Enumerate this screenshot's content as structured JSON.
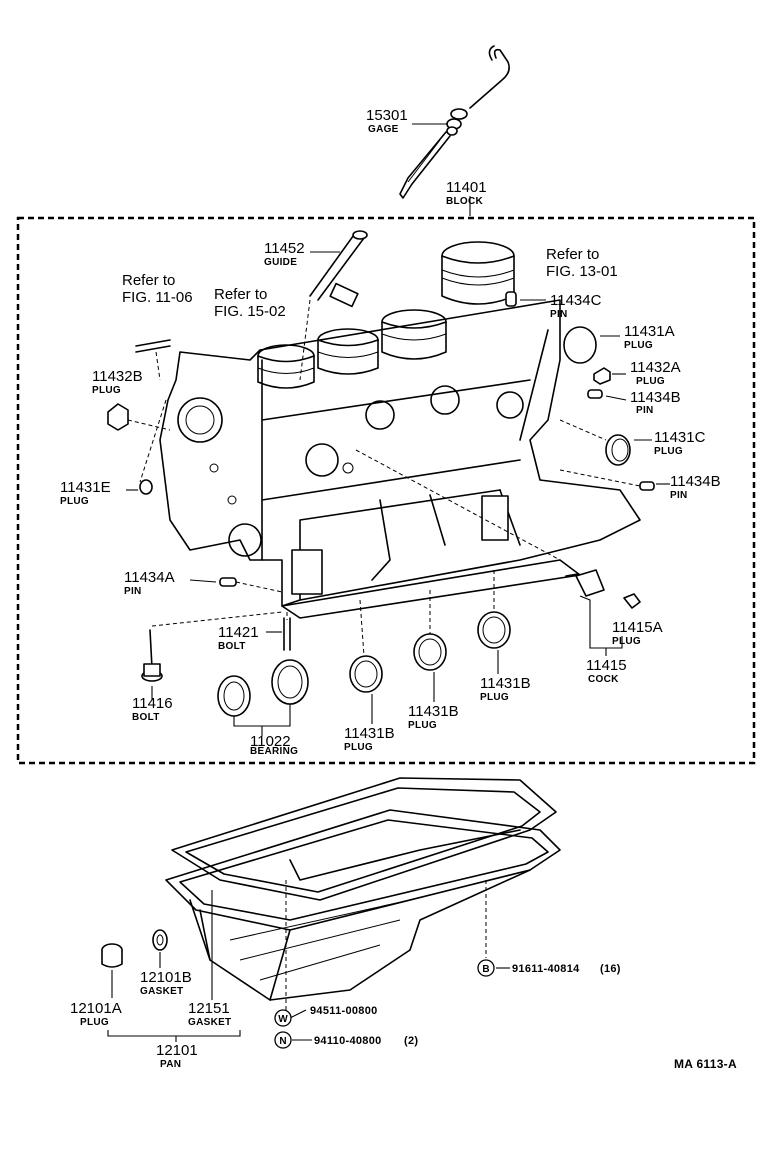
{
  "figure_code": "MA 6113-A",
  "parts": {
    "gage": {
      "number": "15301",
      "name": "GAGE"
    },
    "block": {
      "number": "11401",
      "name": "BLOCK"
    },
    "guide": {
      "number": "11452",
      "name": "GUIDE"
    },
    "plug_11434c": {
      "number": "11434C",
      "name": "PIN"
    },
    "plug_11431a": {
      "number": "11431A",
      "name": "PLUG"
    },
    "plug_11432a": {
      "number": "11432A",
      "name": "PLUG"
    },
    "pin_11434b_top": {
      "number": "11434B",
      "name": "PIN"
    },
    "plug_11431c": {
      "number": "11431C",
      "name": "PLUG"
    },
    "pin_11434b_bottom": {
      "number": "11434B",
      "name": "PIN"
    },
    "plug_11432b": {
      "number": "11432B",
      "name": "PLUG"
    },
    "plug_11431e": {
      "number": "11431E",
      "name": "PLUG"
    },
    "pin_11434a": {
      "number": "11434A",
      "name": "PIN"
    },
    "bolt_11421": {
      "number": "11421",
      "name": "BOLT"
    },
    "bolt_11416": {
      "number": "11416",
      "name": "BOLT"
    },
    "bearing_11022": {
      "number": "11022",
      "name": "BEARING"
    },
    "plug_11431b_left": {
      "number": "11431B",
      "name": "PLUG"
    },
    "plug_11431b_mid": {
      "number": "11431B",
      "name": "PLUG"
    },
    "plug_11431b_right": {
      "number": "11431B",
      "name": "PLUG"
    },
    "plug_11415a": {
      "number": "11415A",
      "name": "PLUG"
    },
    "cock_11415": {
      "number": "11415",
      "name": "COCK"
    },
    "plug_12101a": {
      "number": "12101A",
      "name": "PLUG"
    },
    "gasket_12101b": {
      "number": "12101B",
      "name": "GASKET"
    },
    "gasket_12151": {
      "number": "12151",
      "name": "GASKET"
    },
    "pan_12101": {
      "number": "12101",
      "name": "PAN"
    }
  },
  "references": {
    "fig_13_01": {
      "line1": "Refer to",
      "line2": "FIG. 13-01"
    },
    "fig_11_06": {
      "line1": "Refer to",
      "line2": "FIG. 11-06"
    },
    "fig_15_02": {
      "line1": "Refer to",
      "line2": "FIG. 15-02"
    }
  },
  "fasteners": {
    "b": {
      "symbol": "B",
      "part": "91611-40814",
      "qty": "(16)"
    },
    "w": {
      "symbol": "W",
      "part": "94511-00800"
    },
    "n": {
      "symbol": "N",
      "part": "94110-40800",
      "qty": "(2)"
    }
  }
}
